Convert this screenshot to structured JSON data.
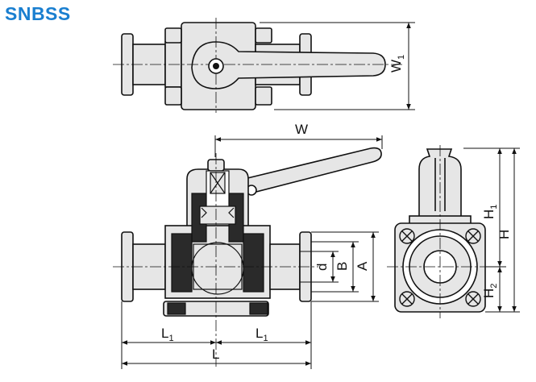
{
  "title": "SNBSS",
  "dimensions": {
    "W": "W",
    "W1": {
      "main": "W",
      "sub": "1"
    },
    "L": "L",
    "L1_left": {
      "main": "L",
      "sub": "1"
    },
    "L1_right": {
      "main": "L",
      "sub": "1"
    },
    "A": "A",
    "B": "B",
    "d": "d",
    "H": "H",
    "H1": {
      "main": "H",
      "sub": "1"
    },
    "H2": {
      "main": "H",
      "sub": "2"
    }
  },
  "colors": {
    "body_fill": "#e6e6e6",
    "dark_fill": "#2a2a2a",
    "line": "#111111",
    "title": "#1a7fd0"
  }
}
